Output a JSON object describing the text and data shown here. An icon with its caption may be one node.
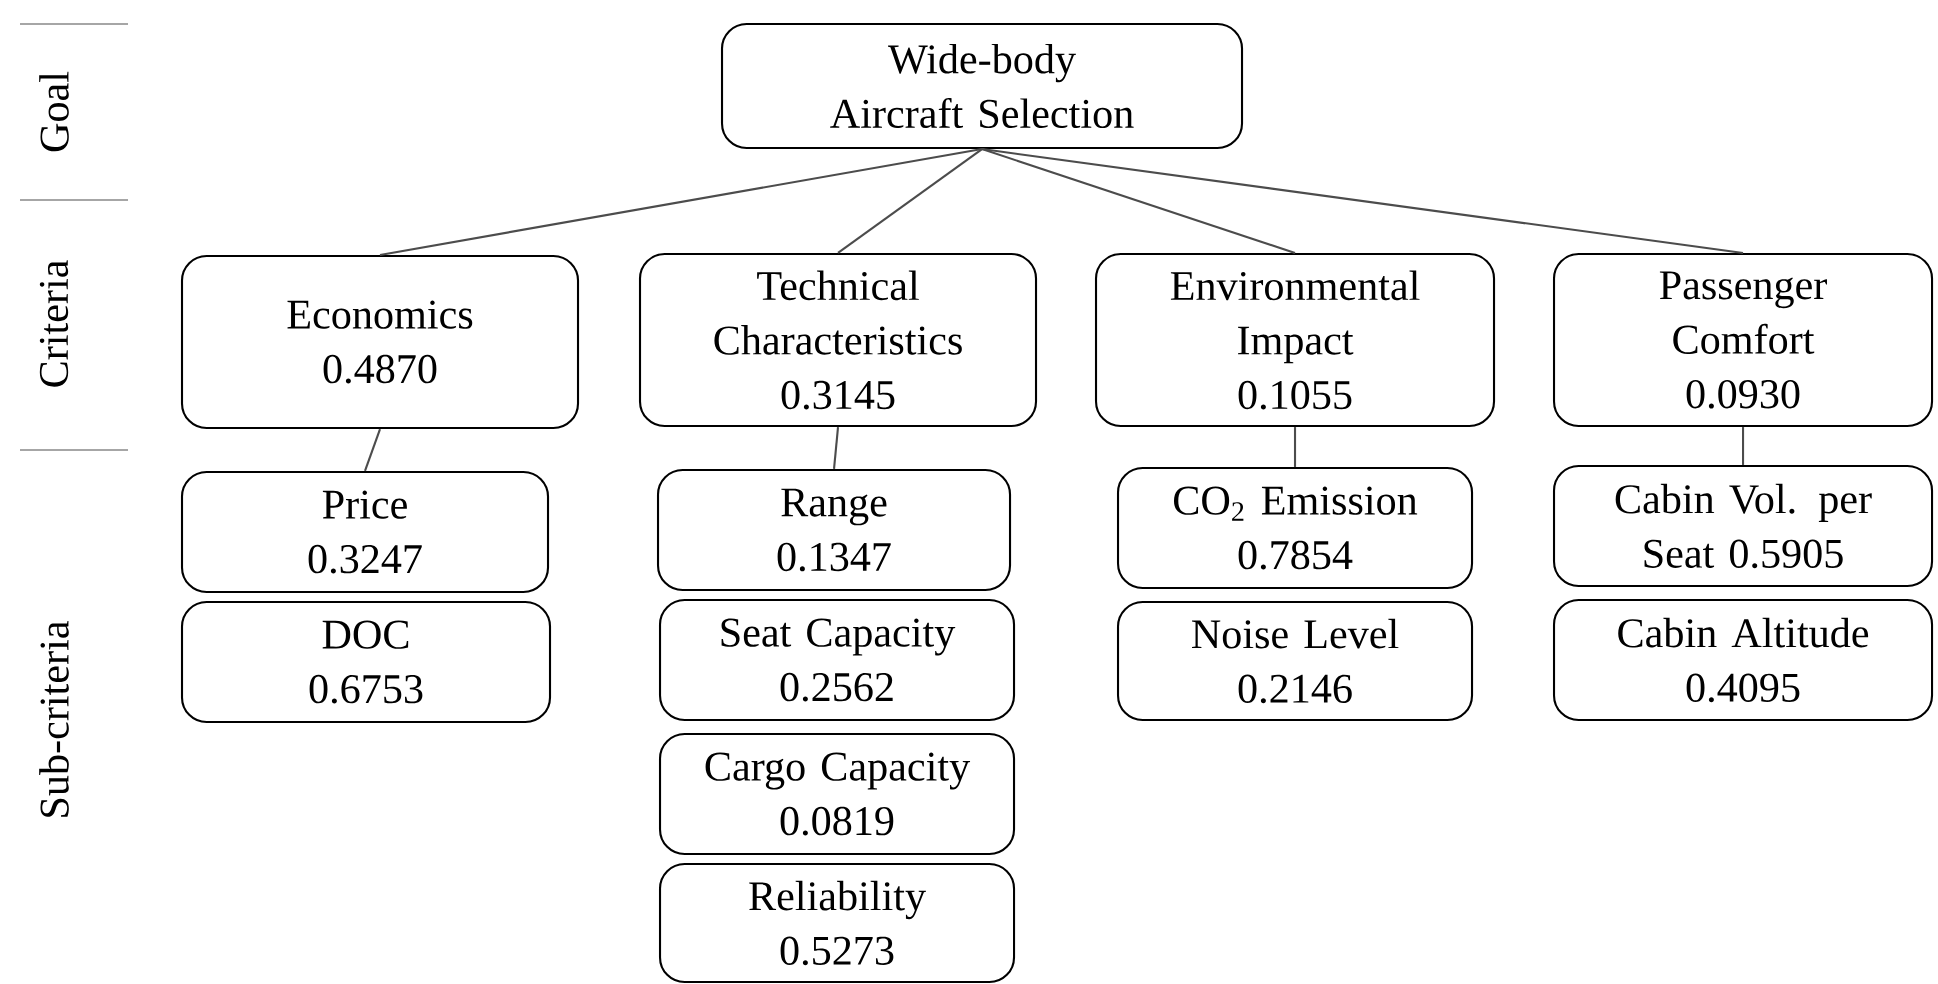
{
  "diagram": {
    "nodes": [
      {
        "text": [
          "Wide-body Aircraft Selection"
        ]
      },
      {
        "text": [
          "Economics",
          "0.4870"
        ]
      },
      {
        "text": [
          "Price",
          "0.3247"
        ]
      },
      {
        "text": [
          "DOC",
          "0.6753"
        ]
      },
      {
        "text": [
          "Technical Characteristics",
          "0.3145"
        ]
      },
      {
        "text": [
          "Range",
          "0.1347"
        ]
      },
      {
        "text": [
          "Seat Capacity",
          "0.2562"
        ]
      },
      {
        "text": [
          "Cargo Capacity",
          "0.0819"
        ]
      },
      {
        "text": [
          "Reliability",
          "0.5273"
        ]
      },
      {
        "text": [
          "Environmental Impact",
          "0.1055"
        ]
      },
      {
        "text": [
          "CO$_{2}$ Emission",
          "0.7854"
        ]
      },
      {
        "text": [
          "Noise Level",
          "0.2146"
        ]
      },
      {
        "text": [
          "Passenger Comfort",
          "0.0930"
        ]
      },
      {
        "text": [
          "Cabin Vol. per Seat 0.5905"
        ]
      },
      {
        "text": [
          "Cabin Altitude",
          "0.4095"
        ]
      }
    ],
    "edges": [
      {
        "from": 0,
        "to": 1,
        "arrow": "none"
      },
      {
        "from": 0,
        "to": 4,
        "arrow": "none"
      },
      {
        "from": 0,
        "to": 9,
        "arrow": "none"
      },
      {
        "from": 0,
        "to": 12,
        "arrow": "none"
      },
      {
        "from": 1,
        "to": 2,
        "arrow": "none"
      },
      {
        "from": 4,
        "to": 5,
        "arrow": "none"
      },
      {
        "from": 9,
        "to": 10,
        "arrow": "none"
      },
      {
        "from": 12,
        "to": 13,
        "arrow": "none"
      }
    ],
    "labels": [
      "Goal",
      "Criteria",
      "Sub-criteria"
    ]
  }
}
